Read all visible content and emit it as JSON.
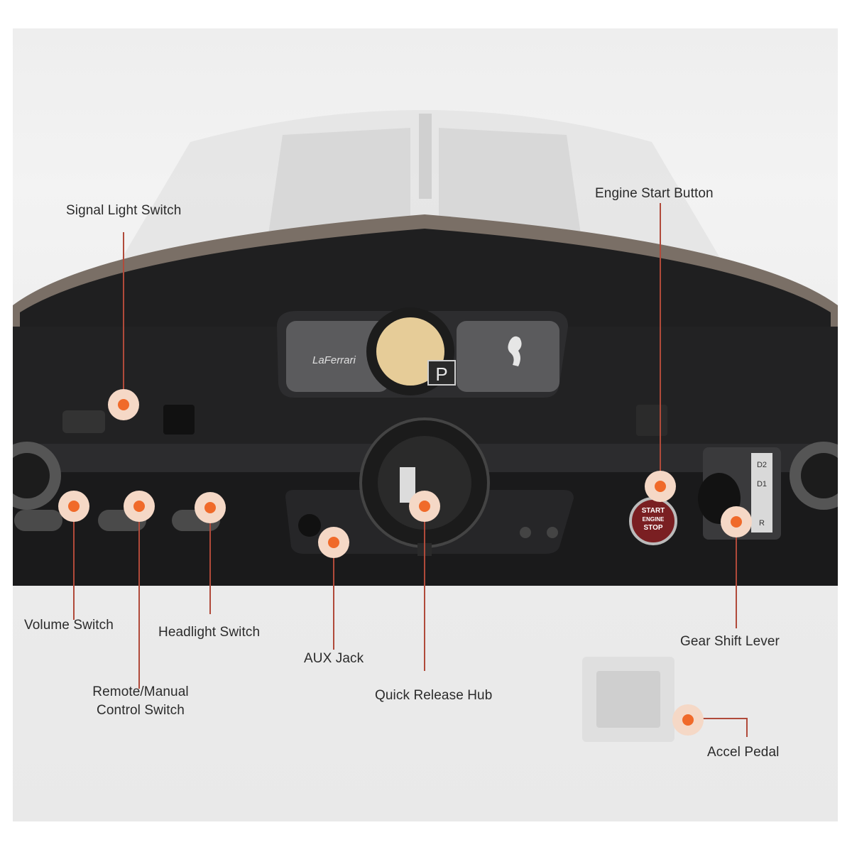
{
  "dashboard": {
    "badge_text": "LaFerrari",
    "gear_indicator": "P",
    "start_button": [
      "START",
      "ENGINE",
      "STOP"
    ],
    "gear_positions": [
      "D2",
      "D1",
      "R"
    ]
  },
  "callouts": [
    {
      "id": "signal-light-switch",
      "label": "Signal Light Switch"
    },
    {
      "id": "engine-start-button",
      "label": "Engine Start Button"
    },
    {
      "id": "volume-switch",
      "label": "Volume Switch"
    },
    {
      "id": "headlight-switch",
      "label": "Headlight Switch"
    },
    {
      "id": "aux-jack",
      "label": "AUX Jack"
    },
    {
      "id": "gear-shift-lever",
      "label": "Gear Shift Lever"
    },
    {
      "id": "remote-manual-control-switch",
      "label": "Remote/Manual\nControl Switch"
    },
    {
      "id": "quick-release-hub",
      "label": "Quick Release Hub"
    },
    {
      "id": "accel-pedal",
      "label": "Accel Pedal"
    }
  ],
  "colors": {
    "marker_core": "#f06a2a",
    "marker_halo": "#f5d8c6",
    "leader_line": "#b04a3a",
    "label_text": "#2b2b2b"
  }
}
